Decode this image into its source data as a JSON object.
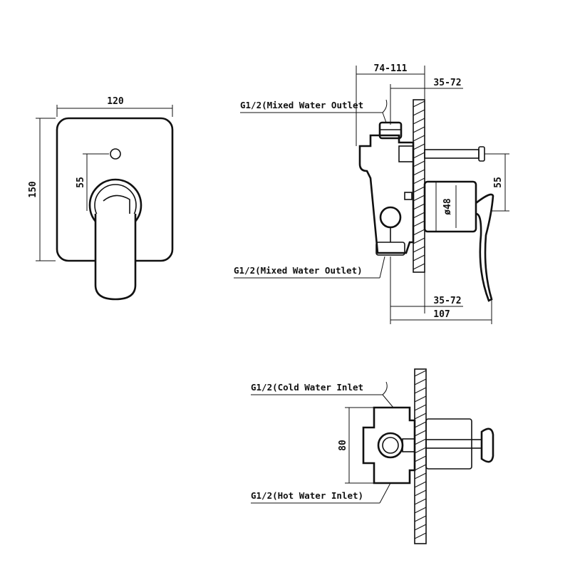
{
  "front_view": {
    "width_dim": "120",
    "height_dim": "150",
    "offset_dim": "55"
  },
  "side_view": {
    "depth_range_top": "74-111",
    "wall_range_top": "35-72",
    "right_offset": "55",
    "diameter": "ø48",
    "wall_range_bottom": "35-72",
    "total_depth": "107",
    "outlet_label_top": "G1/2(Mixed Water Outlet",
    "outlet_label_bottom": "G1/2(Mixed Water Outlet)"
  },
  "bottom_view": {
    "cold_inlet_label": "G1/2(Cold Water Inlet",
    "hot_inlet_label": "G1/2(Hot Water Inlet)",
    "height_dim": "80"
  }
}
